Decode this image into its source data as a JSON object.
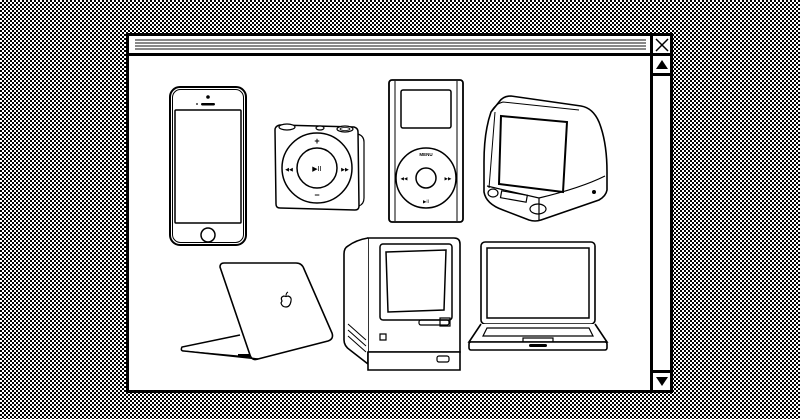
{
  "window": {
    "title": "",
    "close_icon": "close-x-icon",
    "scrollbar": {
      "up_icon": "triangle-up-icon",
      "down_icon": "triangle-down-icon"
    }
  },
  "devices": [
    {
      "name": "iPhone",
      "icon": "iphone-icon"
    },
    {
      "name": "iPod Shuffle",
      "icon": "ipod-shuffle-icon",
      "labels": {
        "plus": "+",
        "minus": "−",
        "play": "▶II",
        "prev": "◀◀",
        "next": "▶▶"
      }
    },
    {
      "name": "iPod Mini",
      "icon": "ipod-mini-icon",
      "labels": {
        "menu": "MENU",
        "prev": "◀◀",
        "next": "▶▶",
        "play": "▶II"
      }
    },
    {
      "name": "iMac G3",
      "icon": "imac-g3-icon"
    },
    {
      "name": "MacBook Air",
      "icon": "macbook-air-icon"
    },
    {
      "name": "Macintosh 128K",
      "icon": "macintosh-icon"
    },
    {
      "name": "MacBook",
      "icon": "macbook-icon"
    }
  ],
  "colors": {
    "ink": "#000000",
    "paper": "#ffffff",
    "stripe": "#888888"
  }
}
